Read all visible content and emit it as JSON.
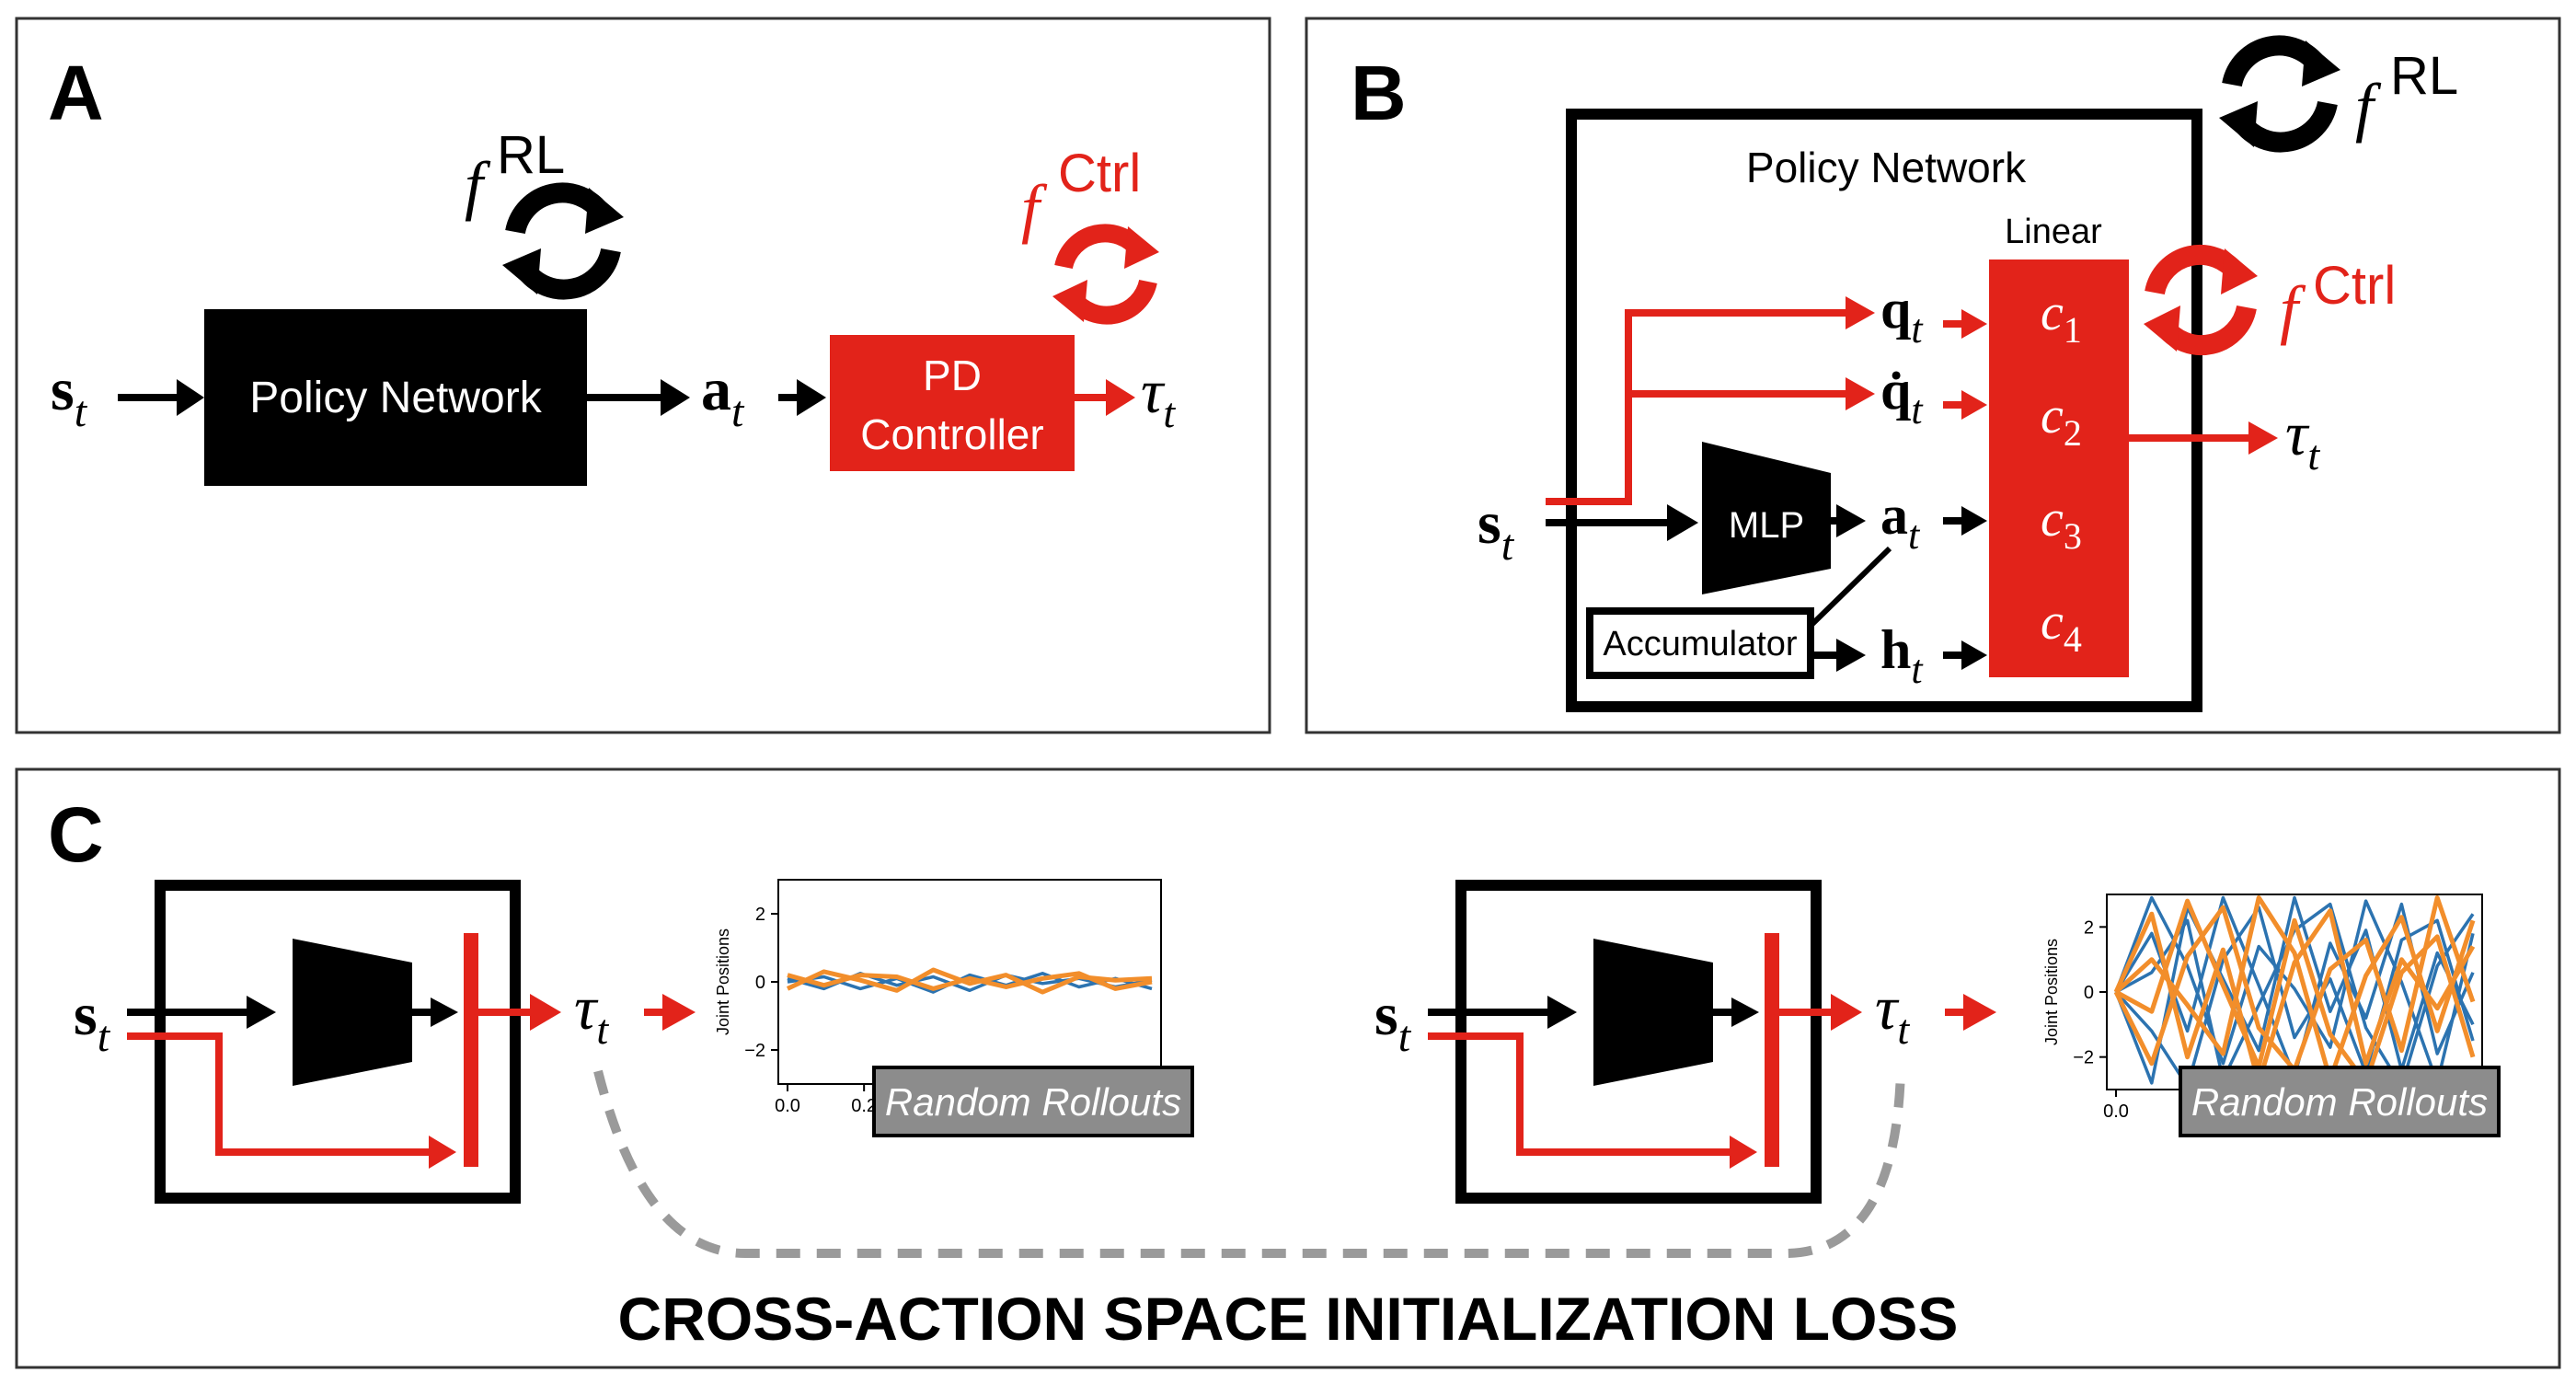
{
  "colors": {
    "red": "#e2231a",
    "black": "#000000",
    "gray_box": "#8c8c8c",
    "dashed": "#9a9a9a",
    "series_blue": "#2c73b0",
    "series_orange": "#f28e2b"
  },
  "panel_a": {
    "label": "A",
    "state": "s",
    "policy_network": "Policy Network",
    "action": "a",
    "pd_controller_line1": "PD",
    "pd_controller_line2": "Controller",
    "torque": "τ",
    "subscript": "t",
    "f_rl_f": "f",
    "f_rl_sup": "RL",
    "f_ctrl_f": "f",
    "f_ctrl_sup": "Ctrl"
  },
  "panel_b": {
    "label": "B",
    "policy_network": "Policy Network",
    "linear": "Linear",
    "q": "q",
    "qdot": "q̇",
    "a": "a",
    "h": "h",
    "mlp": "MLP",
    "accumulator": "Accumulator",
    "state": "s",
    "torque": "τ",
    "subscript": "t",
    "coeff_letter": "c",
    "coeff_indices": [
      "1",
      "2",
      "3",
      "4"
    ],
    "f_rl_f": "f",
    "f_rl_sup": "RL",
    "f_ctrl_f": "f",
    "f_ctrl_sup": "Ctrl"
  },
  "panel_c": {
    "label": "C",
    "state": "s",
    "torque": "τ",
    "subscript": "t",
    "loss_title": "CROSS-ACTION SPACE INITIALIZATION LOSS",
    "random_rollouts": "Random Rollouts"
  },
  "chart_data": [
    {
      "type": "line",
      "ylabel": "Joint Positions",
      "ylim": [
        -3,
        3
      ],
      "yticks": [
        "2",
        "0",
        "−2"
      ],
      "xticks": [
        "0.0",
        "0.2"
      ],
      "x": [
        0,
        0.04,
        0.08,
        0.12,
        0.16,
        0.2,
        0.24,
        0.28,
        0.32,
        0.36,
        0.4
      ],
      "series": [
        {
          "color": "#2c73b0",
          "values": [
            0,
            0.15,
            -0.2,
            0.1,
            -0.3,
            0.2,
            -0.1,
            0.25,
            -0.15,
            0.1,
            -0.2
          ]
        },
        {
          "color": "#2c73b0",
          "values": [
            0.1,
            -0.2,
            0.25,
            -0.1,
            0.15,
            -0.25,
            0.2,
            -0.05,
            0.1,
            -0.15,
            0.05
          ]
        },
        {
          "color": "#f28e2b",
          "values": [
            -0.2,
            0.3,
            0.05,
            -0.25,
            0.35,
            -0.05,
            0.2,
            -0.3,
            0.15,
            0.05,
            0.1
          ]
        },
        {
          "color": "#f28e2b",
          "values": [
            0.2,
            -0.1,
            0.2,
            0.15,
            -0.2,
            0.1,
            -0.15,
            0.1,
            0.25,
            -0.2,
            0.0
          ]
        }
      ]
    },
    {
      "type": "line",
      "ylabel": "Joint Positions",
      "ylim": [
        -3,
        3
      ],
      "yticks": [
        "2",
        "0",
        "−2"
      ],
      "xticks": [
        "0.0"
      ],
      "x": [
        0,
        0.1,
        0.2,
        0.3,
        0.4,
        0.5,
        0.6,
        0.7,
        0.8,
        0.9,
        1.0
      ],
      "series": [
        {
          "color": "#2c73b0",
          "values": [
            0,
            -2.8,
            2.6,
            0.4,
            -1.8,
            2.9,
            -0.6,
            1.9,
            -2.4,
            1.2,
            -1.0
          ]
        },
        {
          "color": "#2c73b0",
          "values": [
            0,
            1.8,
            -1.2,
            2.9,
            0.2,
            -2.6,
            1.5,
            -0.8,
            2.7,
            -1.9,
            0.6
          ]
        },
        {
          "color": "#2c73b0",
          "values": [
            0,
            2.9,
            0.8,
            -2.2,
            1.4,
            0.1,
            -1.7,
            2.8,
            0.3,
            -2.8,
            1.8
          ]
        },
        {
          "color": "#2c73b0",
          "values": [
            0,
            -1.2,
            -2.9,
            1.0,
            2.6,
            -1.4,
            0.4,
            -2.5,
            1.6,
            2.2,
            -1.5
          ]
        },
        {
          "color": "#2c73b0",
          "values": [
            0,
            0.6,
            2.2,
            -2.7,
            -0.4,
            1.9,
            2.7,
            -1.1,
            -2.9,
            0.8,
            2.4
          ]
        },
        {
          "color": "#f28e2b",
          "values": [
            0,
            2.4,
            -2.0,
            1.3,
            -2.8,
            0.9,
            2.5,
            -2.2,
            1.0,
            -0.5,
            1.4
          ]
        },
        {
          "color": "#f28e2b",
          "values": [
            0,
            -2.2,
            1.1,
            2.6,
            -1.1,
            -2.4,
            0.7,
            1.6,
            -1.8,
            2.9,
            -0.3
          ]
        },
        {
          "color": "#f28e2b",
          "values": [
            0,
            1.0,
            -0.4,
            -1.9,
            2.9,
            1.2,
            -2.7,
            0.5,
            2.3,
            -1.2,
            2.2
          ]
        },
        {
          "color": "#f28e2b",
          "values": [
            0,
            -0.6,
            2.8,
            0.2,
            -2.3,
            2.2,
            -1.3,
            -2.8,
            0.6,
            1.7,
            -2.0
          ]
        }
      ]
    }
  ]
}
